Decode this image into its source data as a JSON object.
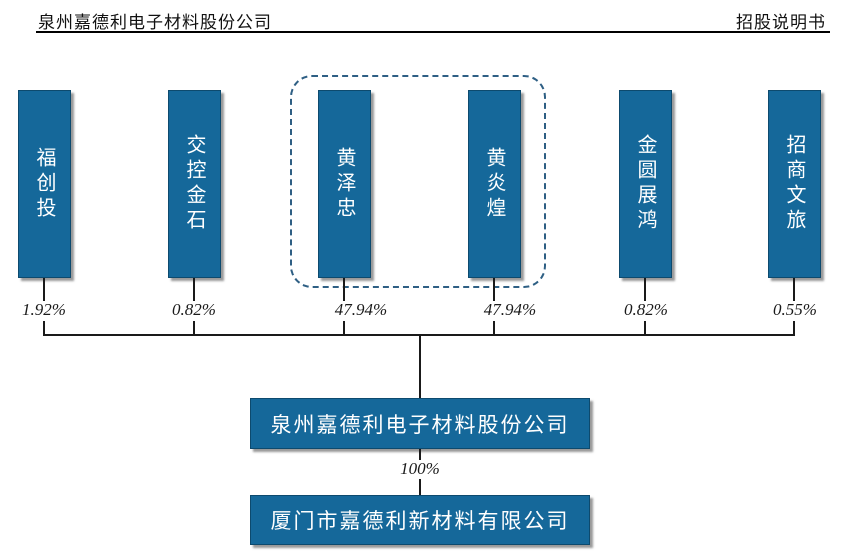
{
  "header": {
    "company": "泉州嘉德利电子材料股份公司",
    "doc_type": "招股说明书"
  },
  "diagram": {
    "type": "equity-structure",
    "shareholders": [
      {
        "name": "福创投",
        "stake": "1.92%"
      },
      {
        "name": "交控金石",
        "stake": "0.82%"
      },
      {
        "name": "黄泽忠",
        "stake": "47.94%"
      },
      {
        "name": "黄炎煌",
        "stake": "47.94%"
      },
      {
        "name": "金圆展鸿",
        "stake": "0.82%"
      },
      {
        "name": "招商文旅",
        "stake": "0.55%"
      }
    ],
    "dashed_group_members": [
      "黄泽忠",
      "黄炎煌"
    ],
    "company": {
      "name": "泉州嘉德利电子材料股份公司"
    },
    "subsidiary": {
      "name": "厦门市嘉德利新材料有限公司",
      "stake": "100%"
    },
    "colors": {
      "box_fill": "#15689A",
      "box_border": "#0d4a6e",
      "dashed_border": "#2e5f84",
      "line": "#1a1a1a"
    }
  }
}
